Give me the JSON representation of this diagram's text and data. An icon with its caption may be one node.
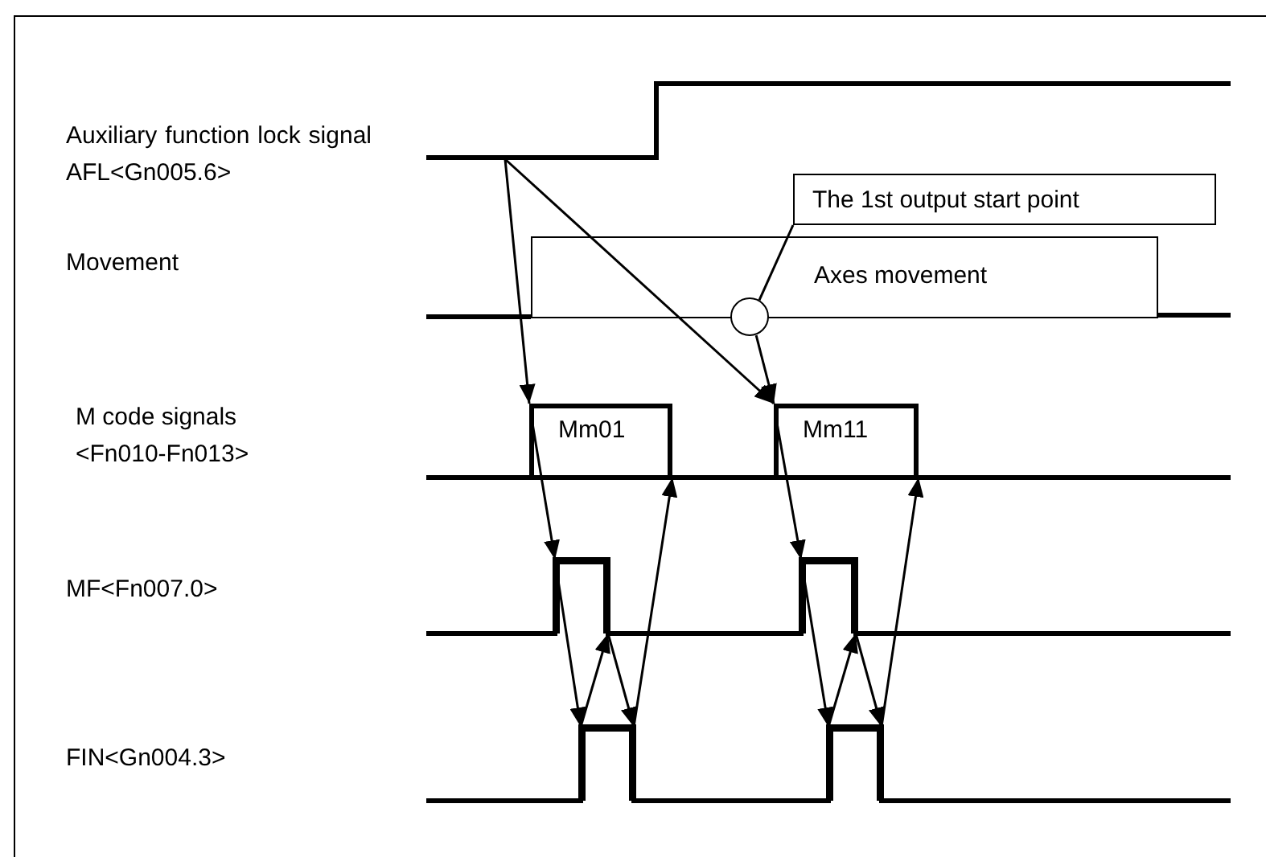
{
  "diagram": {
    "nodes": [
      {
        "text": [
          "The 1st output start point"
        ]
      },
      {
        "text": [
          "Axes movement"
        ]
      },
      {
        "text": [],
        "shape": "circle"
      },
      {
        "text": [
          "Mm01"
        ]
      },
      {
        "text": [
          "Mm11"
        ]
      },
      {
        "text": [],
        "shape": "box"
      },
      {
        "text": [],
        "shape": "box"
      },
      {
        "text": [],
        "shape": "box"
      },
      {
        "text": [],
        "shape": "box"
      }
    ],
    "edges": [
      {
        "from": null,
        "to": 3,
        "arrow": "to"
      },
      {
        "from": null,
        "to": 4,
        "arrow": "to"
      },
      {
        "from": 2,
        "to": 0,
        "arrow": "none"
      },
      {
        "from": 2,
        "to": 4,
        "arrow": "to"
      },
      {
        "from": 3,
        "to": 5,
        "arrow": "to"
      },
      {
        "from": 5,
        "to": 7,
        "arrow": "to"
      },
      {
        "from": 7,
        "to": 5,
        "arrow": "to"
      },
      {
        "from": 5,
        "to": 7,
        "arrow": "to"
      },
      {
        "from": 7,
        "to": 3,
        "arrow": "to"
      },
      {
        "from": 4,
        "to": 6,
        "arrow": "to"
      },
      {
        "from": 6,
        "to": 8,
        "arrow": "to"
      },
      {
        "from": 8,
        "to": 6,
        "arrow": "to"
      },
      {
        "from": 6,
        "to": 8,
        "arrow": "to"
      },
      {
        "from": 8,
        "to": 4,
        "arrow": "to"
      }
    ],
    "labels": [
      "Auxiliary function lock signal AFL<Gn005.6>",
      "Movement",
      "M code signals <Fn010-Fn013>",
      "MF<Fn007.0>",
      "FIN<Gn004.3>"
    ]
  }
}
